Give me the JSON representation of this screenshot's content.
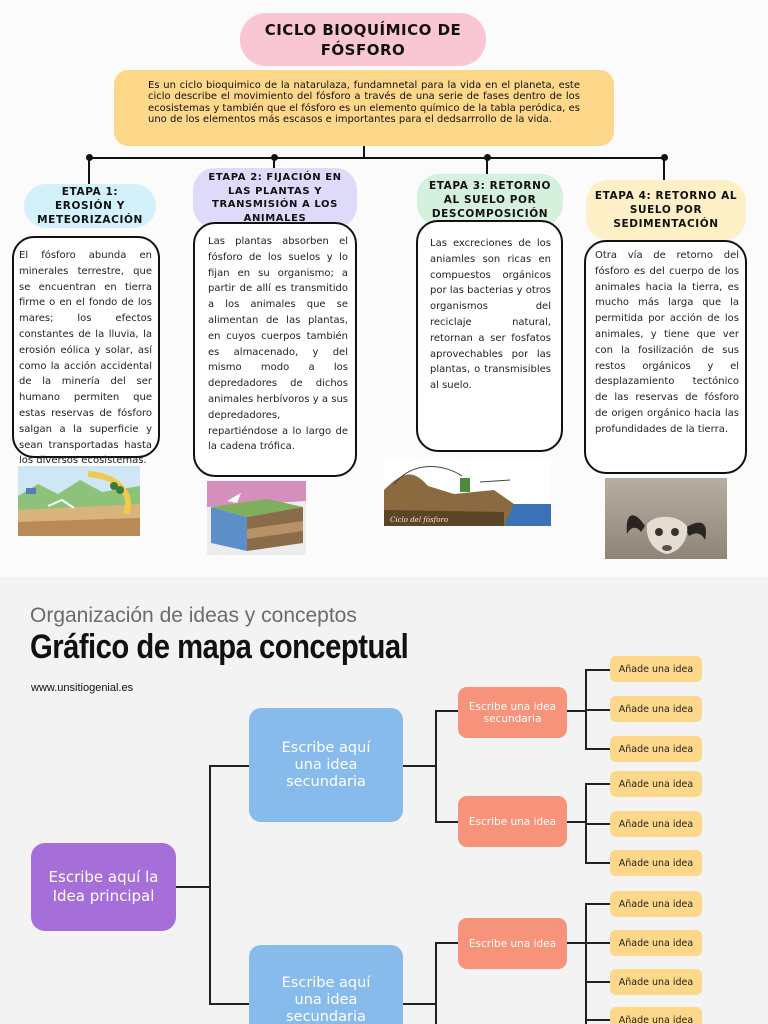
{
  "infographic": {
    "title": "CICLO BIOQUÍMICO DE FÓSFORO",
    "intro": "Es un ciclo bioquimico de la natarulaza, fundamnetal para la vida en el planeta, este ciclo describe el movimiento del fósforo a través de una serie de fases dentro de los ecosistemas y también que el fósforo es un elemento químico de la tabla peródica, es uno de los elementos más escasos e importantes para el dedsarrrollo de la vida.",
    "stages": [
      {
        "title": "ETAPA 1: EROSIÓN Y METEORIZACIÓN",
        "body": "El fósforo abunda en minerales terrestre, que se encuentran en tierra firme o en el fondo de los mares; los efectos constantes de la lluvia, la erosión eólica y solar, así como la acción accidental de la minería del ser humano permiten que estas reservas de fósforo salgan a la superficie y sean transportadas hasta los diversos ecosistemas.",
        "color": "#d3f1fb"
      },
      {
        "title": "ETAPA 2: FIJACIÓN EN LAS PLANTAS Y TRANSMISIÓN A LOS ANIMALES",
        "body": "Las plantas absorben el fósforo de los suelos y lo fijan en su organismo; a partir de allí es transmitido a los animales que se alimentan de las plantas, en cuyos cuerpos también es almacenado, y del mismo modo a los depredadores de dichos animales herbívoros y a sus depredadores, repartiéndose a lo largo de la cadena trófica.",
        "color": "#dddbf9"
      },
      {
        "title": "ETAPA 3: RETORNO AL SUELO POR DESCOMPOSICIÓN",
        "body": "Las excreciones de los aniamles son ricas en compuestos orgánicos por las bacterias y otros organismos del reciclaje natural, retornan a ser fosfatos aprovechables por las plantas, o transmisibles al suelo.",
        "color": "#d6f0de"
      },
      {
        "title": "ETAPA 4: RETORNO AL SUELO POR SEDIMENTACIÓN",
        "body": "Otra vía de retorno del fósforo es del cuerpo de los animales hacia la tierra, es mucho más larga que la permitida por acción de los animales, y tiene que ver con la fosilización de sus restos orgánicos y el desplazamiento tectónico de las reservas de fósforo de origen orgánico hacia las profundidades de la tierra.",
        "color": "#fdefc6"
      }
    ],
    "diagram3_caption": "Ciclo del fósforo"
  },
  "concept_map": {
    "subtitle": "Organización de ideas y conceptos",
    "title": "Gráfico de mapa conceptual",
    "website": "www.unsitiogenial.es",
    "main_idea": "Escribe aquí la Idea principal",
    "secondary_ideas": [
      "Escribe aquí una idea secundaria",
      "Escribe aquí una idea secundaria"
    ],
    "tertiary_ideas": [
      "Escribe una idea secundaria",
      "Escribe una idea",
      "Escribe una idea"
    ],
    "leaf_label": "Añade una idea",
    "colors": {
      "main": "#a56ed8",
      "secondary": "#86bbec",
      "tertiary": "#f6937a",
      "leaf": "#fdd78a"
    }
  }
}
